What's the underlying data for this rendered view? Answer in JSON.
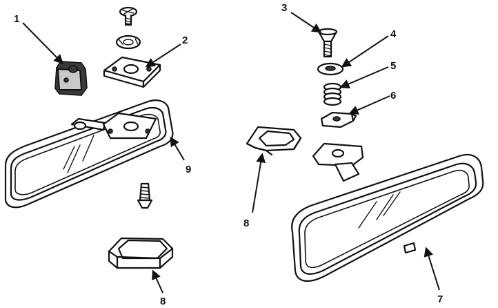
{
  "diagram": {
    "callouts": {
      "c1": "1",
      "c2": "2",
      "c3": "3",
      "c4": "4",
      "c5": "5",
      "c6": "6",
      "c7": "7",
      "c8_left": "8",
      "c8_right": "8",
      "c9": "9"
    },
    "ink_color": "#111111",
    "shade_color": "#c9c9c9"
  }
}
